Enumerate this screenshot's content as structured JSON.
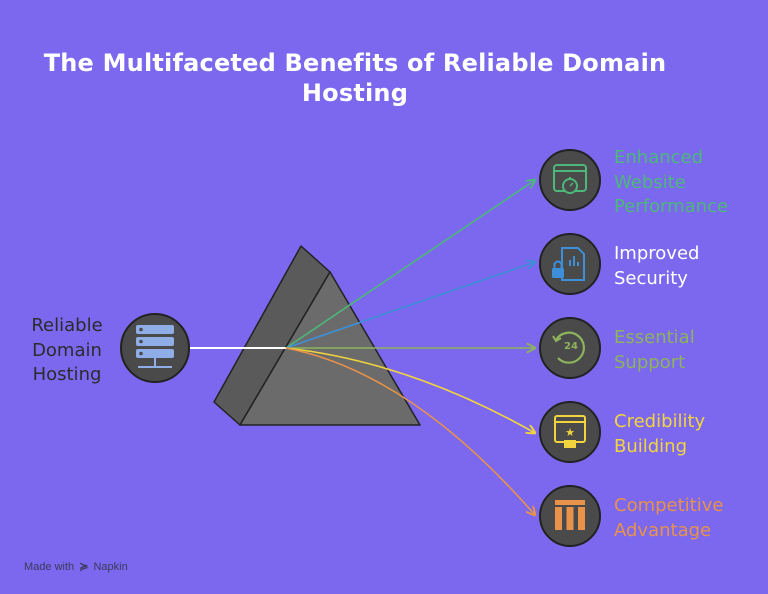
{
  "title": {
    "line1": "The Multifaceted Benefits of Reliable Domain",
    "line2": "Hosting"
  },
  "source": {
    "lines": [
      "Reliable",
      "Domain",
      "Hosting"
    ],
    "icon": "server-icon"
  },
  "benefits": [
    {
      "lines": [
        "Enhanced",
        "Website",
        "Performance"
      ],
      "color": "#4CB87A",
      "icon": "browser-stopwatch-icon"
    },
    {
      "lines": [
        "Improved",
        "Security"
      ],
      "color": "#FFFFFF",
      "icon": "document-lock-icon"
    },
    {
      "lines": [
        "Essential",
        "Support"
      ],
      "color": "#8DB35C",
      "icon": "support-24-icon"
    },
    {
      "lines": [
        "Credibility",
        "Building"
      ],
      "color": "#F2D43E",
      "icon": "award-certificate-icon"
    },
    {
      "lines": [
        "Competitive",
        "Advantage"
      ],
      "color": "#E8924A",
      "icon": "competition-bars-icon"
    }
  ],
  "colors": {
    "background": "#7B68EE",
    "prism": "#6b6b6b",
    "security_arrow": "#3D8FD9",
    "security_icon": "#3D8FD9"
  },
  "footer": {
    "made_with": "Made with",
    "brand": "Napkin"
  }
}
